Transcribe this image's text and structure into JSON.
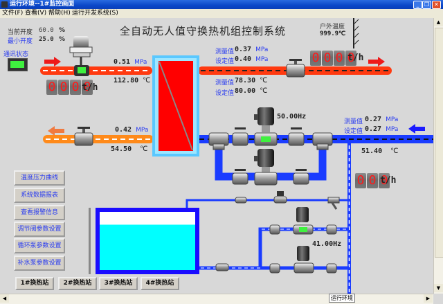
{
  "window": {
    "title": "运行环境--1#监控画面",
    "minimize_label": "_",
    "restore_label": "❐",
    "close_label": "✕"
  },
  "menu": [
    "文件(F)",
    "查看(V)",
    "帮助(H)",
    "运行开发系统(S)"
  ],
  "header": {
    "title": "全自动无人值守换热机组控制系统"
  },
  "valve_opening": {
    "current_label": "当前开度",
    "current_value": "60.0",
    "current_unit": "%",
    "min_label": "最小开度",
    "min_value": "25.0",
    "min_unit": "%"
  },
  "comm_status": {
    "label": "通讯状态",
    "color": "#3ff03f"
  },
  "outdoor": {
    "label": "户外温度",
    "value": "999.9℃"
  },
  "primary_supply": {
    "pressure": "0.51",
    "pressure_unit": "MPa",
    "temperature": "112.80",
    "temperature_unit": "℃",
    "flow_digits": "0000",
    "flow_unit": "t/h"
  },
  "primary_return": {
    "pressure": "0.42",
    "pressure_unit": "MPa",
    "temperature": "54.50",
    "temperature_unit": "℃"
  },
  "secondary_supply": {
    "measured_label": "测量值",
    "set_label": "设定值",
    "pressure_measured": "0.37",
    "pressure_set": "0.40",
    "pressure_unit": "MPa",
    "temp_measured": "78.30",
    "temp_set": "80.00",
    "temp_unit": "℃",
    "flow_digits": "0000",
    "flow_unit": "t/h"
  },
  "secondary_return": {
    "measured_label": "测量值",
    "set_label": "设定值",
    "pressure_measured": "0.27",
    "pressure_set": "0.27",
    "pressure_unit": "MPa",
    "temperature": "51.40",
    "temperature_unit": "℃",
    "flow_digits": "000",
    "flow_unit": "t/h"
  },
  "circ_pump": {
    "frequency": "50.00Hz"
  },
  "makeup_pump": {
    "frequency": "41.00Hz"
  },
  "tank": {
    "level_fraction": 0.78
  },
  "side_buttons": [
    "温度压力曲线",
    "系统数据报表",
    "查看报警信息",
    "调节阀参数设置",
    "循环泵参数设置",
    "补水泵参数设置"
  ],
  "station_buttons": [
    "1#换热站",
    "2#换热站",
    "3#换热站",
    "4#换热站"
  ],
  "status_tooltip": "运行环境",
  "colors": {
    "hot_pipe": "#ff3a10",
    "warm_pipe": "#ff8a1a",
    "cold_pipe": "#1a3cff",
    "exchanger": "#ff0000",
    "tank_water": "#00ffff",
    "led_digit": "#ff1a1a"
  }
}
